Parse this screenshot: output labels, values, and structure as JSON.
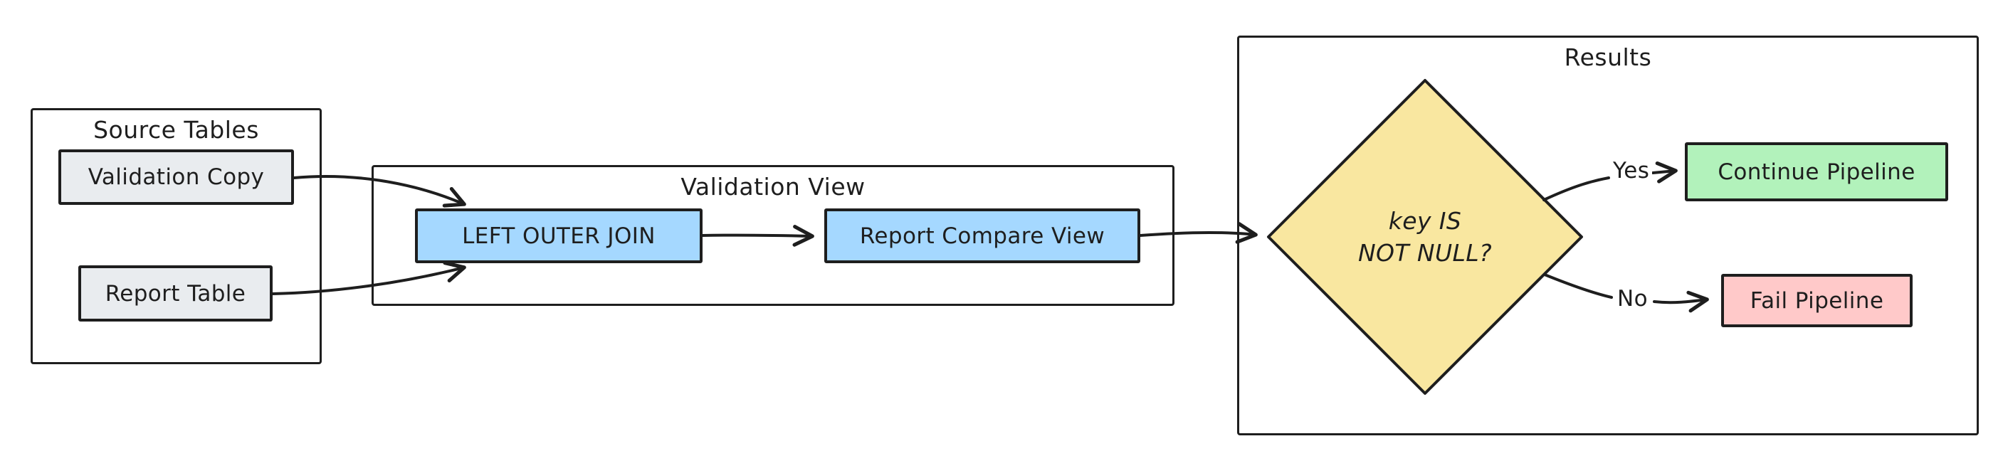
{
  "diagram": {
    "groups": {
      "source_tables": {
        "label": "Source Tables"
      },
      "validation_view": {
        "label": "Validation View"
      },
      "results": {
        "label": "Results"
      }
    },
    "nodes": {
      "validation_copy": {
        "label": "Validation Copy"
      },
      "report_table": {
        "label": "Report Table"
      },
      "left_outer_join": {
        "label": "LEFT OUTER JOIN"
      },
      "report_compare_view": {
        "label": "Report Compare View"
      },
      "decision": {
        "line1": "key IS",
        "line2": "NOT NULL?"
      },
      "continue_pipeline": {
        "label": "Continue Pipeline"
      },
      "fail_pipeline": {
        "label": "Fail Pipeline"
      }
    },
    "edges": {
      "yes_label": "Yes",
      "no_label": "No"
    },
    "colors": {
      "stroke": "#1e1e1e",
      "gray_fill": "#e9ecef",
      "blue_fill": "#a5d8ff",
      "yellow_fill": "#f9e7a0",
      "green_fill": "#b2f2bb",
      "red_fill": "#ffc9c9",
      "background": "#ffffff"
    }
  }
}
